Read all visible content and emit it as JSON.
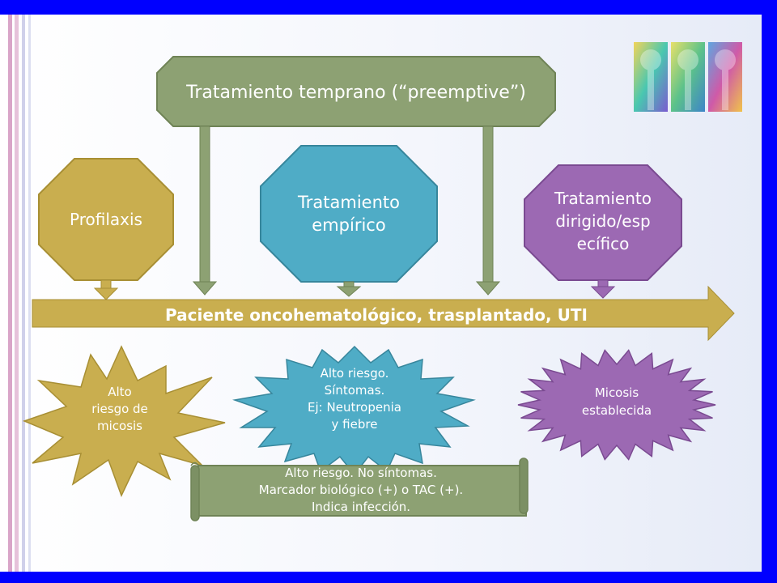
{
  "diagram": {
    "preemptive_box": {
      "label": "Tratamiento temprano (“preemptive”)",
      "color": "#8da173"
    },
    "profilaxis": {
      "label": "Profilaxis",
      "color": "#c9ae4f"
    },
    "empirico": {
      "line1": "Tratamiento",
      "line2": "empírico",
      "color": "#4facc6"
    },
    "dirigido": {
      "line1": "Tratamiento",
      "line2": "dirigido/esp",
      "line3": "ecífico",
      "color": "#9c69b3"
    },
    "main_arrow": {
      "label": "Paciente oncohematológico, trasplantado, UTI",
      "color": "#c9ae4f"
    },
    "star_alto_riesgo": {
      "line1": "Alto",
      "line2": "riesgo de",
      "line3": "micosis",
      "color": "#c9ae4f"
    },
    "star_sintomas": {
      "line1": "Alto riesgo.",
      "line2": "Síntomas.",
      "line3": "Ej: Neutropenia",
      "line4": "y fiebre",
      "color": "#4facc6"
    },
    "star_micosis": {
      "line1": "Micosis",
      "line2": "establecida",
      "color": "#9c69b3"
    },
    "scroll": {
      "line1": "Alto riesgo. No síntomas.",
      "line2": "Marcador biológico (+) o TAC (+).",
      "line3": "Indica infección.",
      "color": "#8da173"
    }
  },
  "decor": {
    "stripe_colors": [
      "#d9a5c8",
      "#e9cde0",
      "#c4c8e6"
    ],
    "thumbnails": [
      "teal",
      "green",
      "magenta"
    ]
  }
}
